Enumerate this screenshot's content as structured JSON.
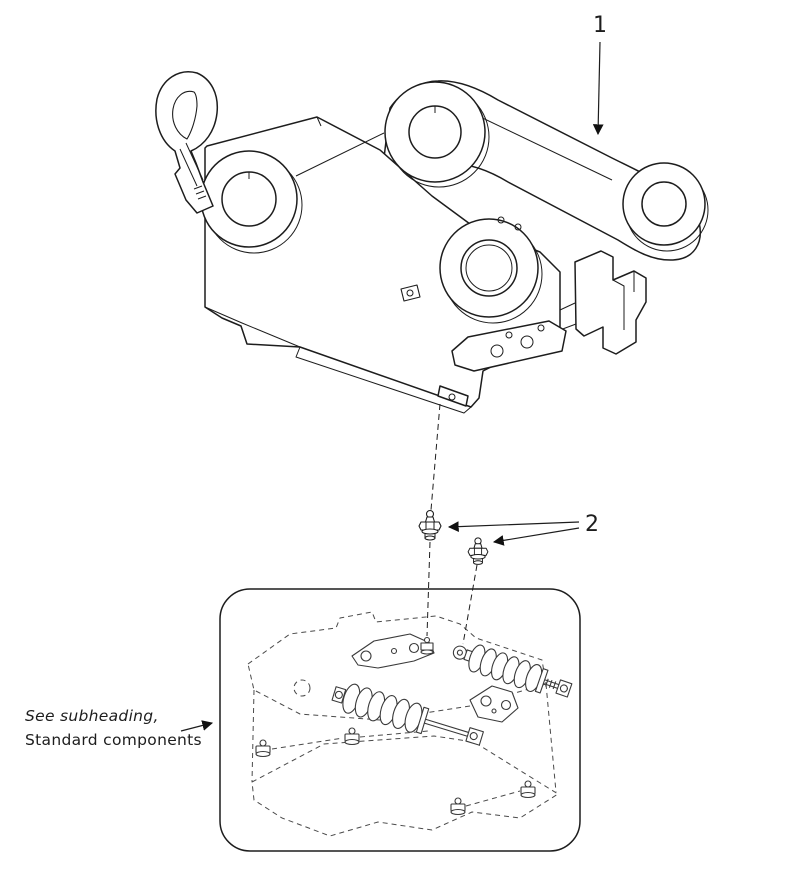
{
  "diagram": {
    "callouts": [
      {
        "id": "callout-1",
        "label": "1"
      },
      {
        "id": "callout-2",
        "label": "2"
      }
    ],
    "note": {
      "line1": "See subheading,",
      "line2": "Standard components"
    },
    "colors": {
      "line": "#1d1d1d",
      "background": "#ffffff"
    }
  }
}
